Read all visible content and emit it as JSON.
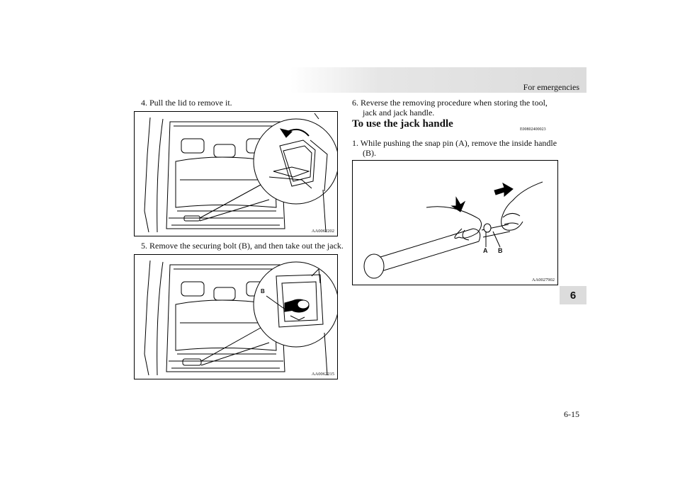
{
  "header": {
    "title": "For emergencies"
  },
  "side_tab": {
    "chapter": "6"
  },
  "footer": {
    "page_number": "6-15"
  },
  "left": {
    "step4": "4. Pull the lid to remove it.",
    "fig1_code": "AA0062202",
    "step5": "5. Remove the securing bolt (B), and then take out the jack.",
    "fig2_code": "AA0062215",
    "fig2_label_b": "B"
  },
  "right": {
    "step6_line1": "6. Reverse the removing procedure when storing the tool,",
    "step6_line2": "jack and jack handle.",
    "section_heading": "To use the jack handle",
    "section_code": "E00802400023",
    "step1_line1": "1. While pushing the snap pin (A), remove the inside handle",
    "step1_line2": "(B).",
    "fig3_code": "AA0027902",
    "fig3_label_a": "A",
    "fig3_label_b": "B"
  }
}
